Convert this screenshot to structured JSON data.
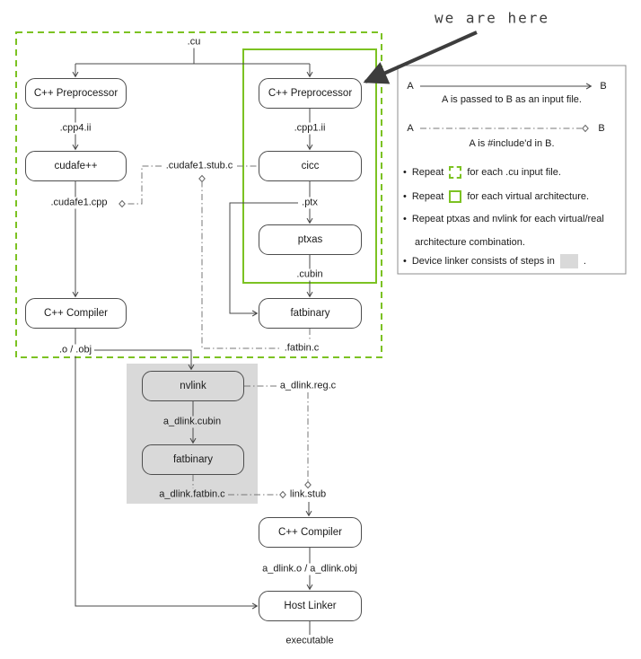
{
  "annotation": {
    "label": "we are here"
  },
  "nodes": {
    "preprocessor_left": "C++ Preprocessor",
    "preprocessor_right": "C++ Preprocessor",
    "cudafe": "cudafe++",
    "cicc": "cicc",
    "ptxas": "ptxas",
    "fatbinary_top": "fatbinary",
    "compiler_left": "C++ Compiler",
    "nvlink": "nvlink",
    "fatbinary_device": "fatbinary",
    "compiler_bottom": "C++ Compiler",
    "host_linker": "Host Linker"
  },
  "files": {
    "cu": ".cu",
    "cpp4ii": ".cpp4.ii",
    "cpp1ii": ".cpp1.ii",
    "cudafe1_stub_c": ".cudafe1.stub.c",
    "cudafe1_cpp": ".cudafe1.cpp",
    "ptx": ".ptx",
    "cubin": ".cubin",
    "fatbin_c": ".fatbin.c",
    "o_obj": ".o / .obj",
    "a_dlink_cubin": "a_dlink.cubin",
    "a_dlink_fatbin_c": "a_dlink.fatbin.c",
    "a_dlink_reg_c": "a_dlink.reg.c",
    "link_stub": "link.stub",
    "a_dlink_o_obj": "a_dlink.o / a_dlink.obj",
    "executable": "executable"
  },
  "legend": {
    "a": "A",
    "b": "B",
    "passed_caption": "A is passed to B as an input file.",
    "include_caption": "A is #include'd in B.",
    "bullet_glyph": "•",
    "repeat_label": "Repeat",
    "bullet_cu": "for each .cu input file.",
    "bullet_virtual": "for each virtual architecture.",
    "bullet_ptxas_line1": "Repeat ptxas and nvlink for each virtual/real",
    "bullet_ptxas_line2": "architecture combination.",
    "bullet_device_pre": "Device linker consists of steps in",
    "bullet_device_post": "."
  },
  "colors": {
    "repeat_green": "#7cc222",
    "device_linker_fill": "#d9d9d9",
    "connector_line": "#4a4a4a",
    "include_line": "#777777"
  }
}
